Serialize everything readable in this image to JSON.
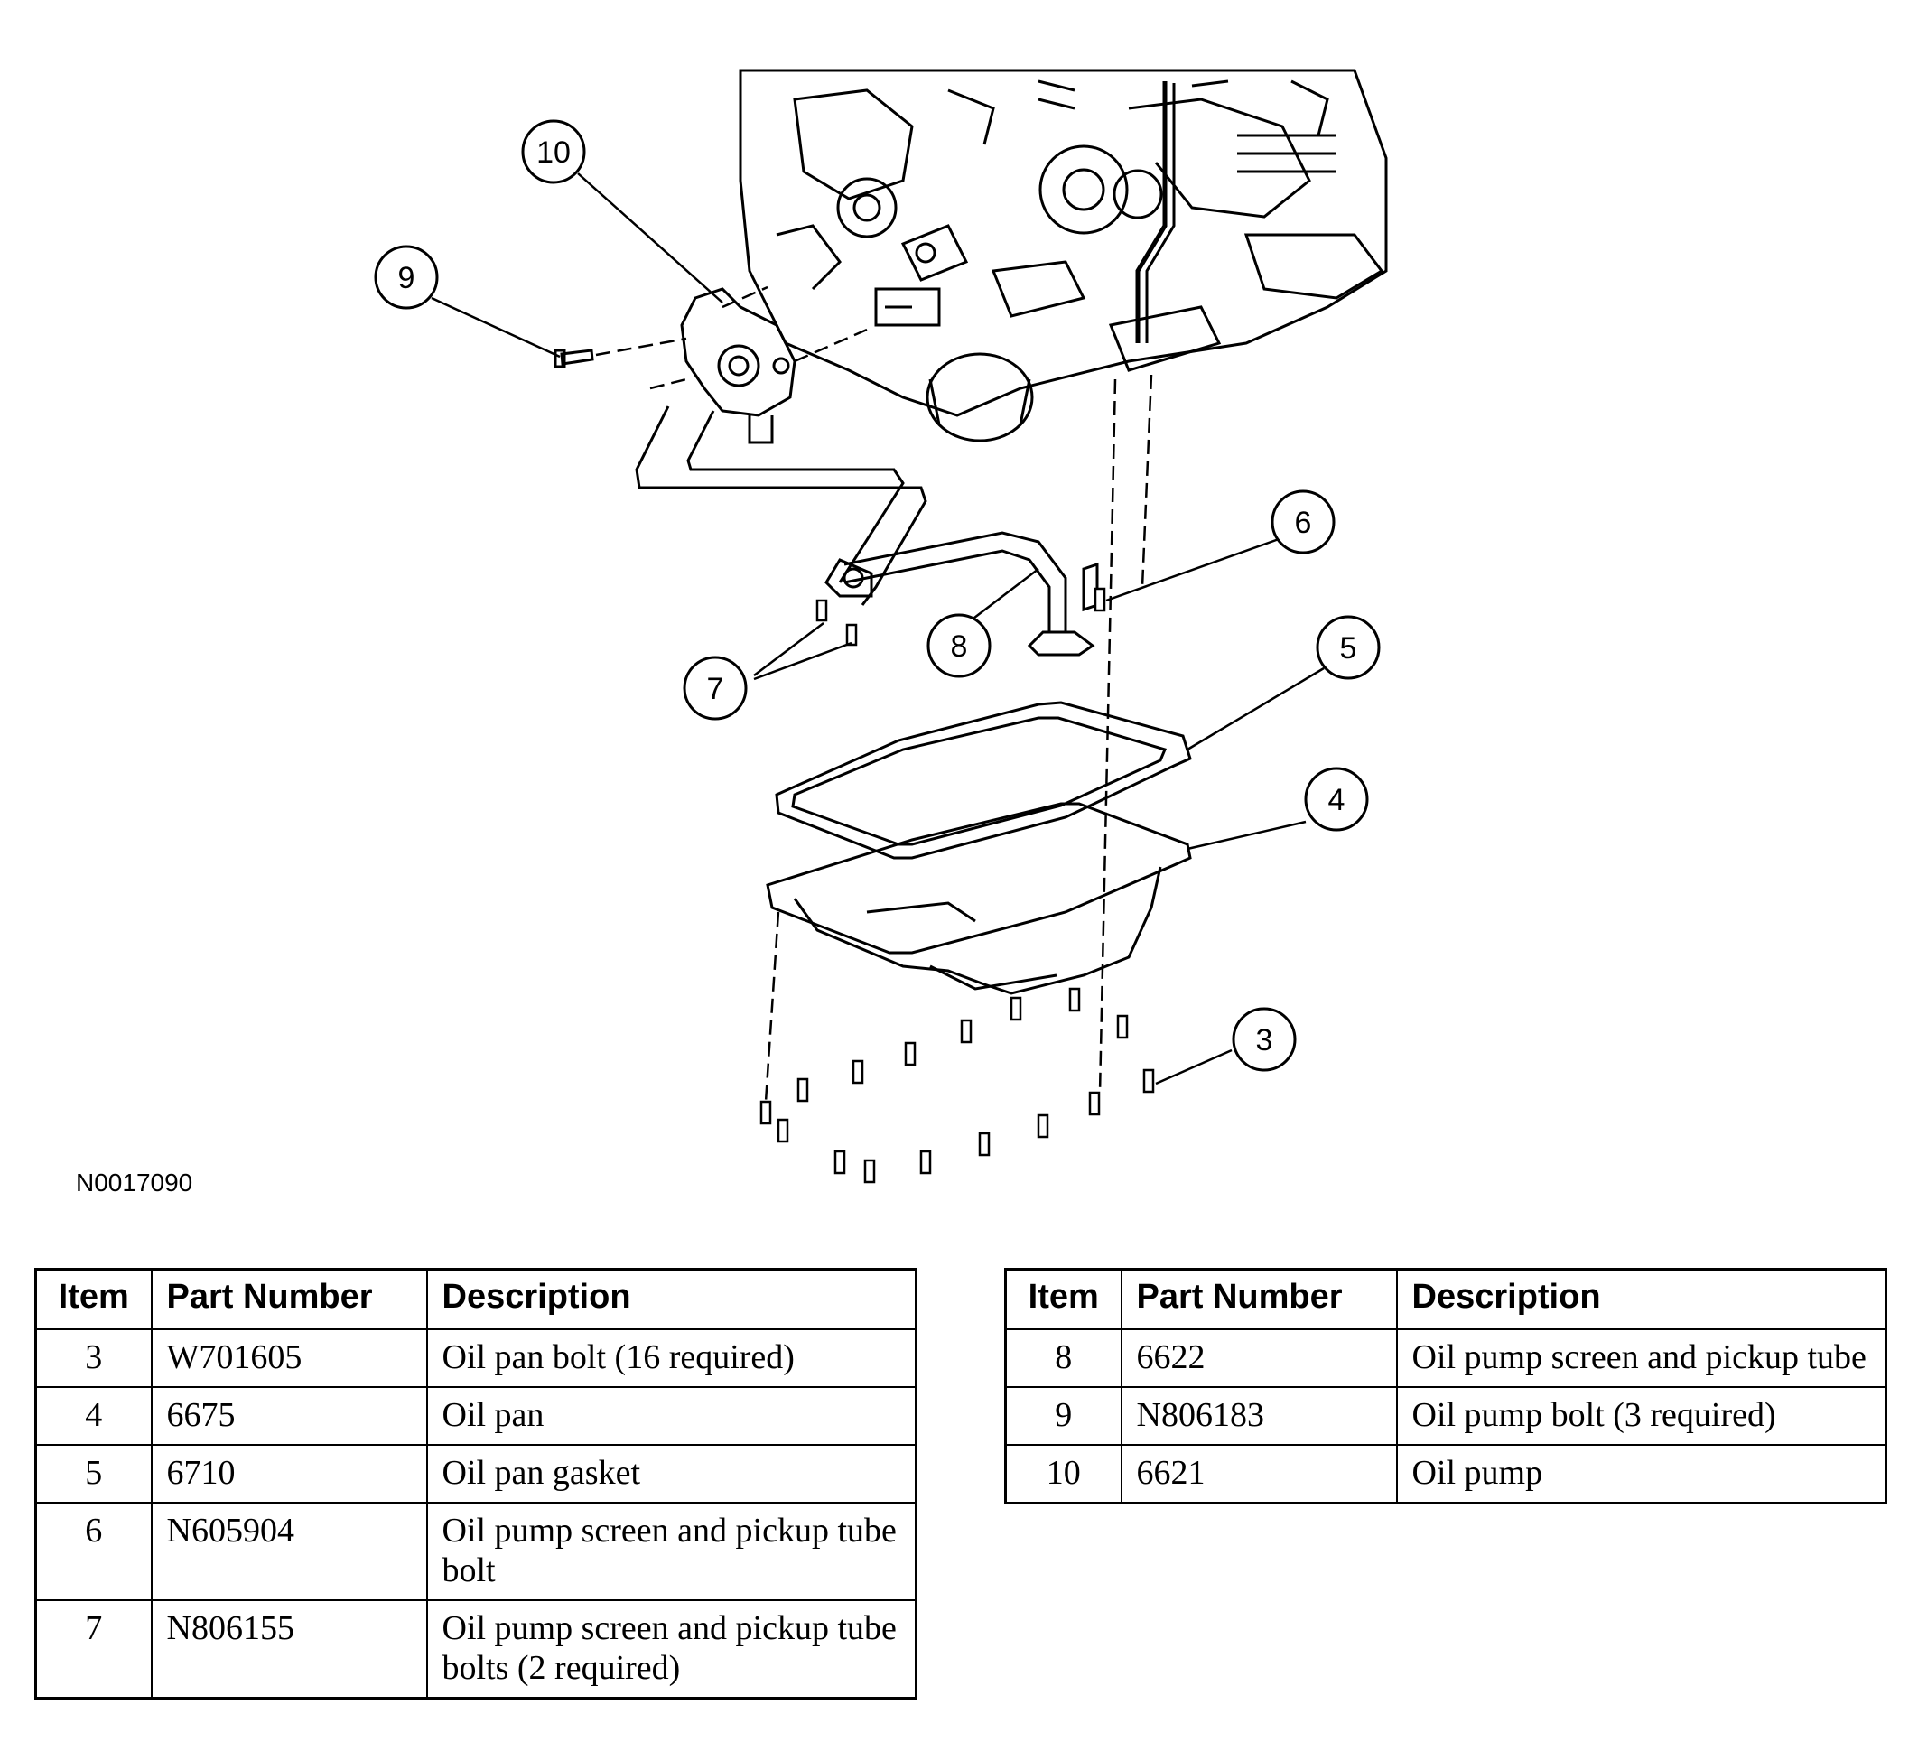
{
  "figure_id": "N0017090",
  "callouts": [
    {
      "label": "10"
    },
    {
      "label": "9"
    },
    {
      "label": "6"
    },
    {
      "label": "8"
    },
    {
      "label": "7"
    },
    {
      "label": "5"
    },
    {
      "label": "4"
    },
    {
      "label": "3"
    }
  ],
  "tables": [
    {
      "headers": {
        "item": "Item",
        "part_number": "Part Number",
        "description": "Description"
      },
      "rows": [
        {
          "item": "3",
          "part_number": "W701605",
          "description": "Oil pan bolt (16 required)"
        },
        {
          "item": "4",
          "part_number": "6675",
          "description": "Oil pan"
        },
        {
          "item": "5",
          "part_number": "6710",
          "description": "Oil pan gasket"
        },
        {
          "item": "6",
          "part_number": "N605904",
          "description": "Oil pump screen and pickup tube bolt"
        },
        {
          "item": "7",
          "part_number": "N806155",
          "description": "Oil pump screen and pickup tube bolts (2 required)"
        }
      ]
    },
    {
      "headers": {
        "item": "Item",
        "part_number": "Part Number",
        "description": "Description"
      },
      "rows": [
        {
          "item": "8",
          "part_number": "6622",
          "description": "Oil pump screen and pickup tube"
        },
        {
          "item": "9",
          "part_number": "N806183",
          "description": "Oil pump bolt (3 required)"
        },
        {
          "item": "10",
          "part_number": "6621",
          "description": "Oil pump"
        }
      ]
    }
  ]
}
